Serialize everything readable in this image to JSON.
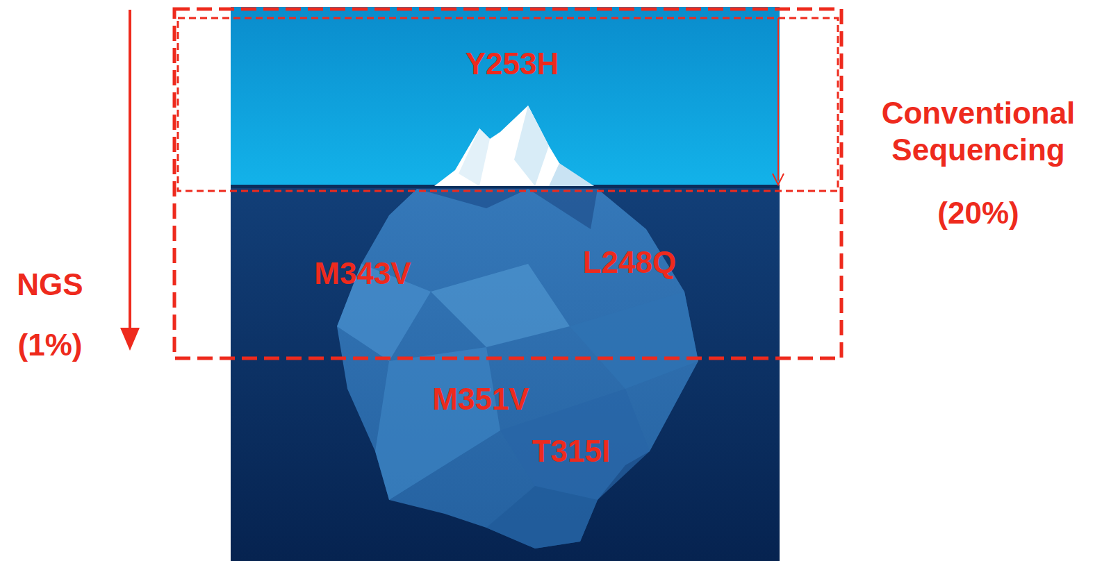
{
  "diagram": {
    "labels": [
      "Y253H",
      "M343V",
      "L248Q",
      "M351V",
      "T315I",
      "NGS",
      "(1%)",
      "Conventional Sequencing",
      "(20%)"
    ]
  }
}
